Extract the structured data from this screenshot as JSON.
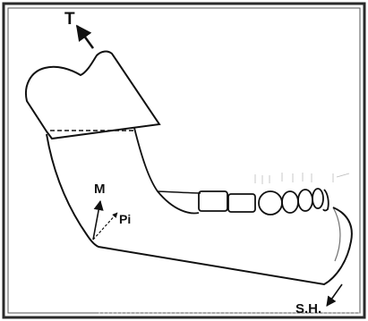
{
  "labels": {
    "temporalis": "T",
    "masseter": "M",
    "medial_pterygoid": "Pi",
    "suprahyoid": "S.H."
  },
  "colors": {
    "ink": "#111111",
    "frame": "#2a2a2a",
    "background": "#ffffff"
  }
}
